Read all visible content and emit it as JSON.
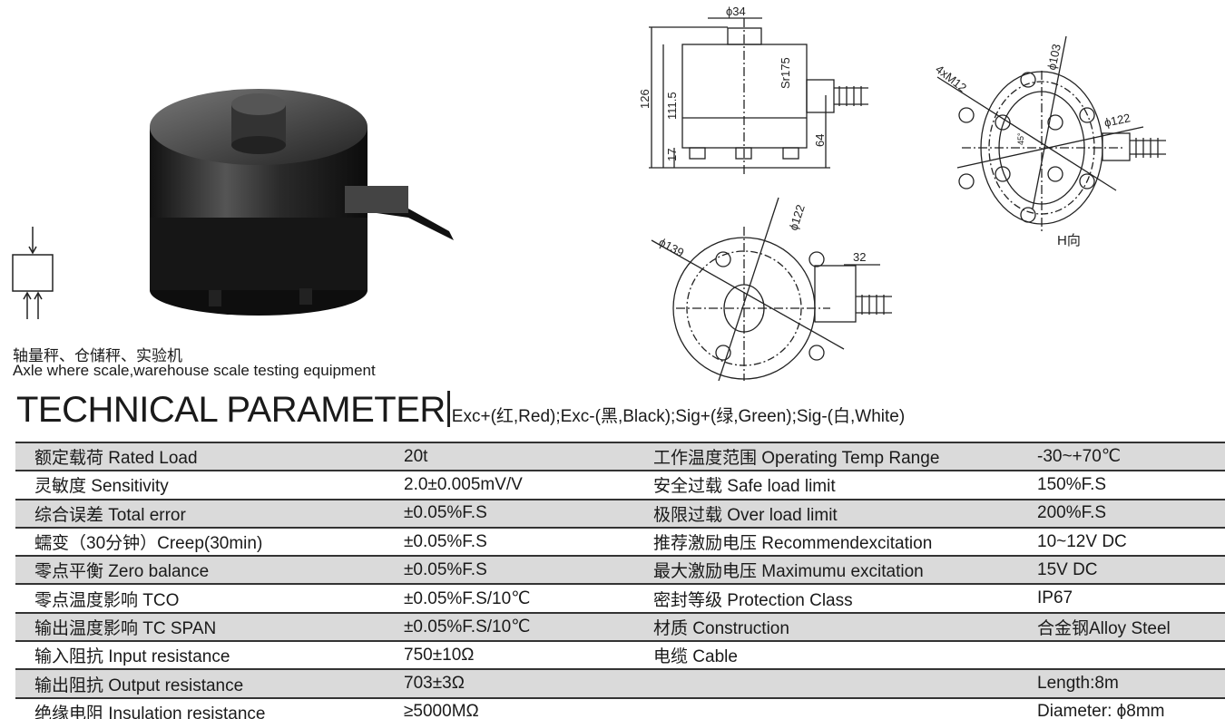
{
  "application": {
    "cn": "轴量秤、仓储秤、实验机",
    "en": "Axle where scale,warehouse scale testing equipment"
  },
  "title": {
    "main": "TECHNICAL PARAMETER",
    "wiring": "Exc+(红,Red);Exc-(黑,Black);Sig+(绿,Green);Sig-(白,White)"
  },
  "drawing": {
    "dims": {
      "d34": "ϕ34",
      "sr175": "Sr175",
      "h126": "126",
      "h111": "111.5",
      "h17": "17",
      "h64": "64",
      "m12": "4xM12",
      "d103": "ϕ103",
      "d122a": "ϕ122",
      "angle": "45°",
      "view": "H向",
      "d122b": "ϕ122",
      "d139": "ϕ139",
      "w32": "32"
    }
  },
  "params": [
    {
      "label": "额定载荷 Rated Load",
      "value": "20t",
      "label2": "工作温度范围 Operating Temp Range",
      "value2": "-30~+70℃"
    },
    {
      "label": "灵敏度 Sensitivity",
      "value": "2.0±0.005mV/V",
      "label2": "安全过载 Safe load limit",
      "value2": "150%F.S"
    },
    {
      "label": "综合误差 Total error",
      "value": "±0.05%F.S",
      "label2": "极限过载 Over load limit",
      "value2": "200%F.S"
    },
    {
      "label": "蠕变（30分钟）Creep(30min)",
      "value": "±0.05%F.S",
      "label2": "推荐激励电压 Recommendexcitation",
      "value2": "10~12V DC"
    },
    {
      "label": "零点平衡 Zero balance",
      "value": "±0.05%F.S",
      "label2": "最大激励电压 Maximumu excitation",
      "value2": "15V DC"
    },
    {
      "label": "零点温度影响 TCO",
      "value": "±0.05%F.S/10℃",
      "label2": "密封等级 Protection Class",
      "value2": "IP67"
    },
    {
      "label": "输出温度影响 TC SPAN",
      "value": "±0.05%F.S/10℃",
      "label2": "材质 Construction",
      "value2": "合金钢Alloy Steel"
    },
    {
      "label": "输入阻抗 Input resistance",
      "value": "750±10Ω",
      "label2": "电缆 Cable",
      "value2": ""
    },
    {
      "label": "输出阻抗 Output resistance",
      "value": "703±3Ω",
      "label2": "",
      "value2": "Length:8m"
    },
    {
      "label": "绝缘电阻 Insulation resistance",
      "value": "≥5000MΩ",
      "label2": "",
      "value2": "Diameter: ϕ8mm"
    }
  ]
}
